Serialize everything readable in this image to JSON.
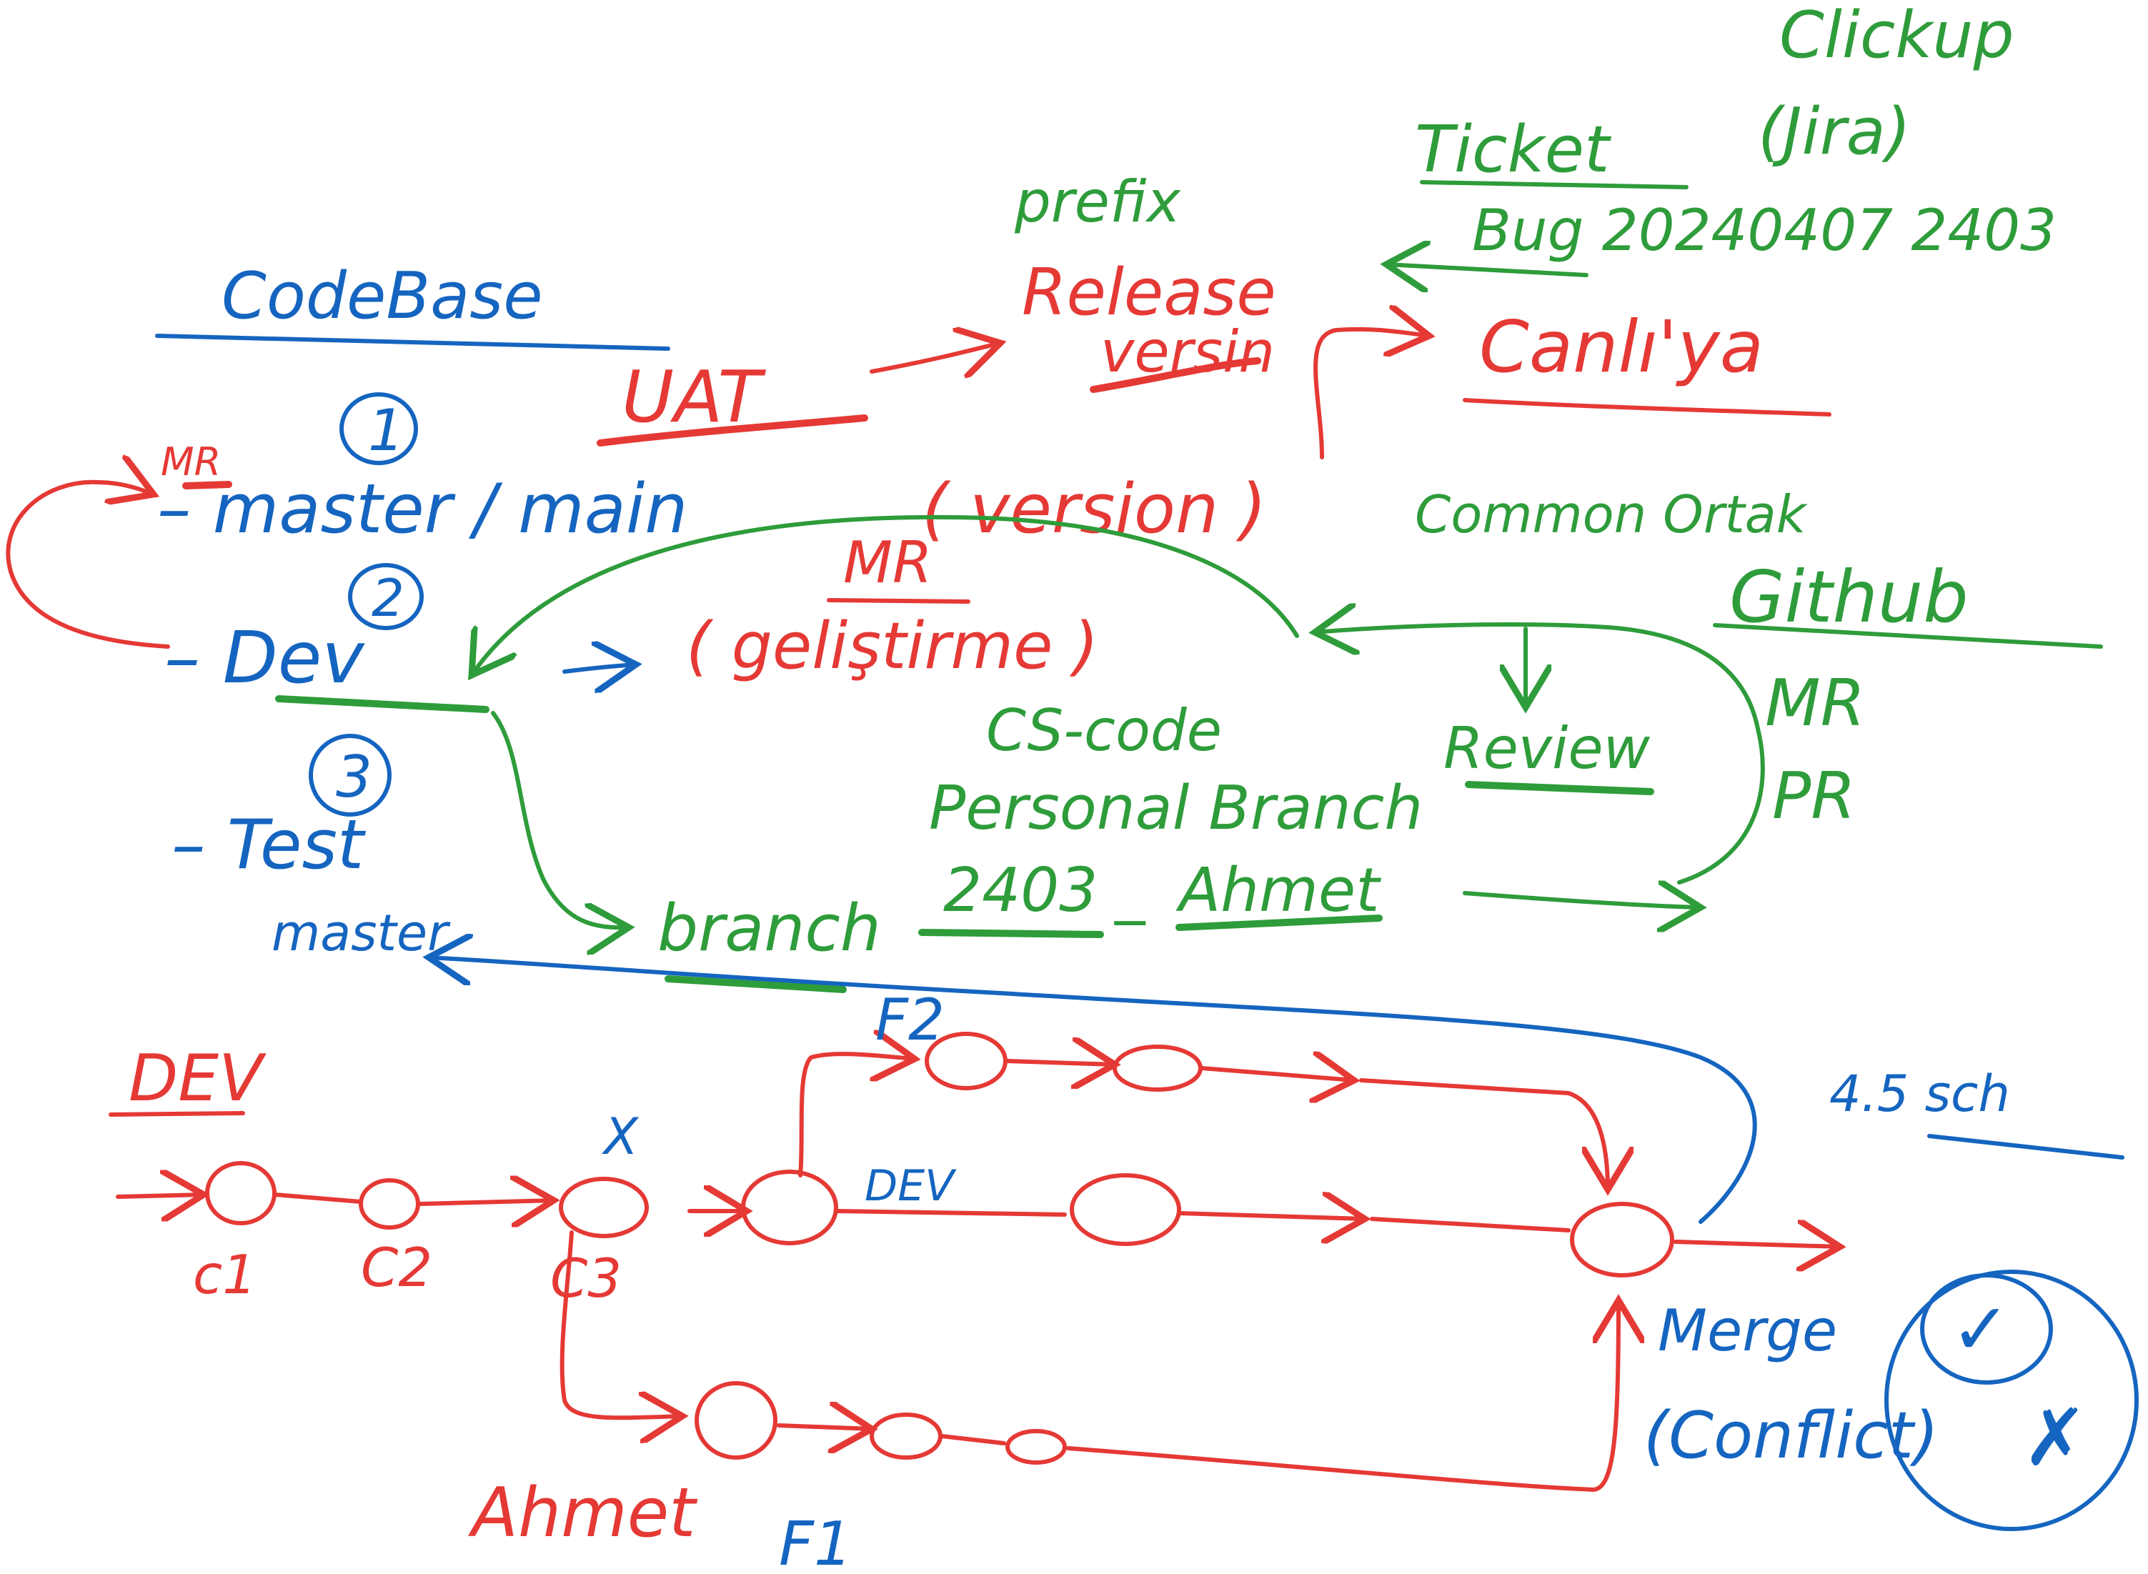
{
  "colors": {
    "red": "#e53935",
    "blue": "#1565c0",
    "green": "#2e9c3a"
  },
  "labels": {
    "clickup": "Clickup",
    "jira": "(Jira)",
    "ticket": "Ticket",
    "ticket_id": "Bug 20240407 2403",
    "prefix": "prefix",
    "release": "Release",
    "version_word": "versin",
    "uat": "UAT",
    "canliya": "Canlı'ya",
    "codebase": "CodeBase",
    "num1": "1",
    "num2": "2",
    "num3": "3",
    "mr_small": "MR",
    "master_main": "– master / main",
    "version_paren": "( version )",
    "dev": "– Dev",
    "dev_arrow": "→",
    "mr_mid": "MR",
    "gelistirme": "( geliştirme )",
    "test": "– Test",
    "master_lower": "master",
    "branch": "branch",
    "cs_code": "CS-code",
    "personal_branch": "Personal Branch",
    "branch_name_num": "2403",
    "branch_name_sep": "_",
    "branch_name_user": "Ahmet",
    "common_ortak": "Common Ortak",
    "review": "Review",
    "github": "Github",
    "mr_right": "MR",
    "pr_right": "PR",
    "dev_flow": "DEV",
    "c1": "c1",
    "c2": "C2",
    "c3": "C3",
    "x_mark": "X",
    "f2": "F2",
    "dev_inline": "DEV",
    "ahmet": "Ahmet",
    "f1": "F1",
    "merge": "Merge",
    "conflict": "(Conflict)",
    "yes_mark": "✓",
    "no_mark": "✗",
    "version_45": "4.5 sch"
  }
}
